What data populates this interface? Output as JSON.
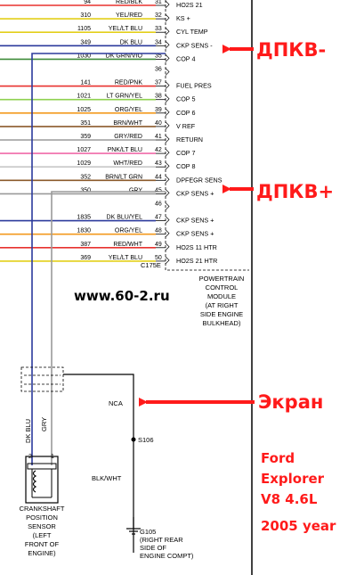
{
  "wire_rows": [
    {
      "circuit": "94",
      "color_code": "RED/BLK",
      "pin": "31",
      "function": "HO2S 21",
      "wire_color": "#e8322f"
    },
    {
      "circuit": "310",
      "color_code": "YEL/RED",
      "pin": "32",
      "function": "KS +",
      "wire_color": "#e3cf1a"
    },
    {
      "circuit": "1105",
      "color_code": "YEL/LT BLU",
      "pin": "33",
      "function": "CYL TEMP",
      "wire_color": "#e3cf1a"
    },
    {
      "circuit": "349",
      "color_code": "DK BLU",
      "pin": "34",
      "function": "CKP SENS -",
      "wire_color": "#2b3a9c"
    },
    {
      "circuit": "1030",
      "color_code": "DK GRN/VIO",
      "pin": "35",
      "function": "COP 4",
      "wire_color": "#3f8b3a"
    },
    {
      "circuit": "",
      "color_code": "",
      "pin": "36",
      "function": "",
      "wire_color": ""
    },
    {
      "circuit": "141",
      "color_code": "RED/PNK",
      "pin": "37",
      "function": "FUEL PRES",
      "wire_color": "#e8322f"
    },
    {
      "circuit": "1021",
      "color_code": "LT GRN/YEL",
      "pin": "38",
      "function": "COP 5",
      "wire_color": "#8fd14f"
    },
    {
      "circuit": "1025",
      "color_code": "ORG/YEL",
      "pin": "39",
      "function": "COP 6",
      "wire_color": "#f39a1e"
    },
    {
      "circuit": "351",
      "color_code": "BRN/WHT",
      "pin": "40",
      "function": "V REF",
      "wire_color": "#8b5a2b"
    },
    {
      "circuit": "359",
      "color_code": "GRY/RED",
      "pin": "41",
      "function": "RETURN",
      "wire_color": "#9a9a9a"
    },
    {
      "circuit": "1027",
      "color_code": "PNK/LT BLU",
      "pin": "42",
      "function": "COP 7",
      "wire_color": "#f06aa8"
    },
    {
      "circuit": "1029",
      "color_code": "WHT/RED",
      "pin": "43",
      "function": "COP 8",
      "wire_color": "#c8c8c8"
    },
    {
      "circuit": "352",
      "color_code": "BRN/LT GRN",
      "pin": "44",
      "function": "DPFEGR SENS",
      "wire_color": "#8b5a2b"
    },
    {
      "circuit": "350",
      "color_code": "GRY",
      "pin": "45",
      "function": "CKP SENS +",
      "wire_color": "#9a9a9a"
    },
    {
      "circuit": "",
      "color_code": "",
      "pin": "46",
      "function": "",
      "wire_color": ""
    },
    {
      "circuit": "1835",
      "color_code": "DK BLU/YEL",
      "pin": "47",
      "function": "CKP SENS +",
      "wire_color": "#2b3a9c"
    },
    {
      "circuit": "1830",
      "color_code": "ORG/YEL",
      "pin": "48",
      "function": "CKP SENS +",
      "wire_color": "#f39a1e"
    },
    {
      "circuit": "387",
      "color_code": "RED/WHT",
      "pin": "49",
      "function": "HO2S 11 HTR",
      "wire_color": "#e8322f"
    },
    {
      "circuit": "369",
      "color_code": "YEL/LT BLU",
      "pin": "50",
      "function": "HO2S 21 HTR",
      "wire_color": "#e3cf1a"
    }
  ],
  "connector_id": "C175E",
  "module_label": [
    "POWERTRAIN",
    "CONTROL",
    "MODULE",
    "(AT RIGHT",
    "SIDE ENGINE",
    "BULKHEAD)"
  ],
  "website": "www.60-2.ru",
  "annotations": {
    "ckp_minus": "ДПКВ-",
    "ckp_plus": "ДПКВ+",
    "shield": "Экран"
  },
  "car_info": [
    "Ford",
    "Explorer",
    "V8 4.6L",
    "2005 year"
  ],
  "sensor": {
    "wire_labels": [
      "DK BLU",
      "GRY"
    ],
    "pin_numbers": [
      "2",
      "1"
    ],
    "label": [
      "CRANKSHAFT",
      "POSITION",
      "SENSOR",
      "(LEFT",
      "FRONT OF",
      "ENGINE)"
    ]
  },
  "shield_circuit": {
    "nca": "NCA",
    "splice": "S106",
    "wire": "BLK/WHT",
    "ground": "G105",
    "ground_location": [
      "(RIGHT REAR",
      "SIDE OF",
      "ENGINE COMPT)"
    ]
  },
  "colors": {
    "annotation": "#ff1a1a",
    "ckp_minus_wire": "#2b3a9c",
    "ckp_plus_wire": "#9a9a9a"
  }
}
